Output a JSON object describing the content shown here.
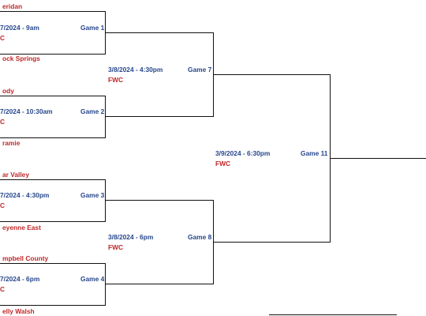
{
  "round1": [
    {
      "top_team": "eridan",
      "bottom_team": "ock Springs",
      "datetime": "7/2024 - 9am",
      "game": "Game 1",
      "location": "C"
    },
    {
      "top_team": "ody",
      "bottom_team": "ramie",
      "datetime": "7/2024 - 10:30am",
      "game": "Game 2",
      "location": "C"
    },
    {
      "top_team": "ar Valley",
      "bottom_team": "eyenne East",
      "datetime": "7/2024 - 4:30pm",
      "game": "Game 3",
      "location": "C"
    },
    {
      "top_team": "mpbell County",
      "bottom_team": "elly Walsh",
      "datetime": "7/2024 - 6pm",
      "game": "Game 4",
      "location": "C"
    }
  ],
  "round2": [
    {
      "datetime": "3/8/2024 - 4:30pm",
      "game": "Game 7",
      "location": "FWC"
    },
    {
      "datetime": "3/8/2024 - 6pm",
      "game": "Game 8",
      "location": "FWC"
    }
  ],
  "round3": {
    "datetime": "3/9/2024 - 6:30pm",
    "game": "Game 11",
    "location": "FWC"
  }
}
